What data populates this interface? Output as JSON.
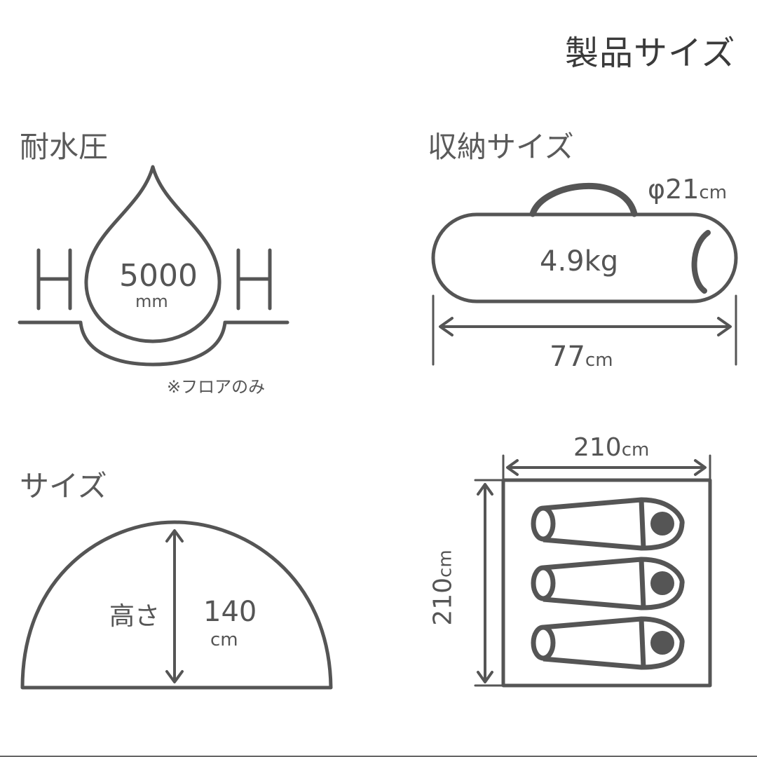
{
  "header": {
    "title": "製品サイズ"
  },
  "water_pressure": {
    "title": "耐水圧",
    "value": "5000",
    "unit": "mm",
    "note": "※フロアのみ"
  },
  "storage": {
    "title": "収納サイズ",
    "diameter": "φ21",
    "diameter_unit": "cm",
    "weight": "4.9kg",
    "length": "77",
    "length_unit": "cm"
  },
  "size": {
    "title": "サイズ",
    "height_label": "高さ",
    "height_value": "140",
    "height_unit": "cm"
  },
  "floor": {
    "width": "210",
    "width_unit": "cm",
    "depth": "210",
    "depth_unit": "cm",
    "sleeping_bags": 3
  },
  "colors": {
    "stroke": "#555555",
    "text": "#555555",
    "title": "#3a3a3a"
  }
}
